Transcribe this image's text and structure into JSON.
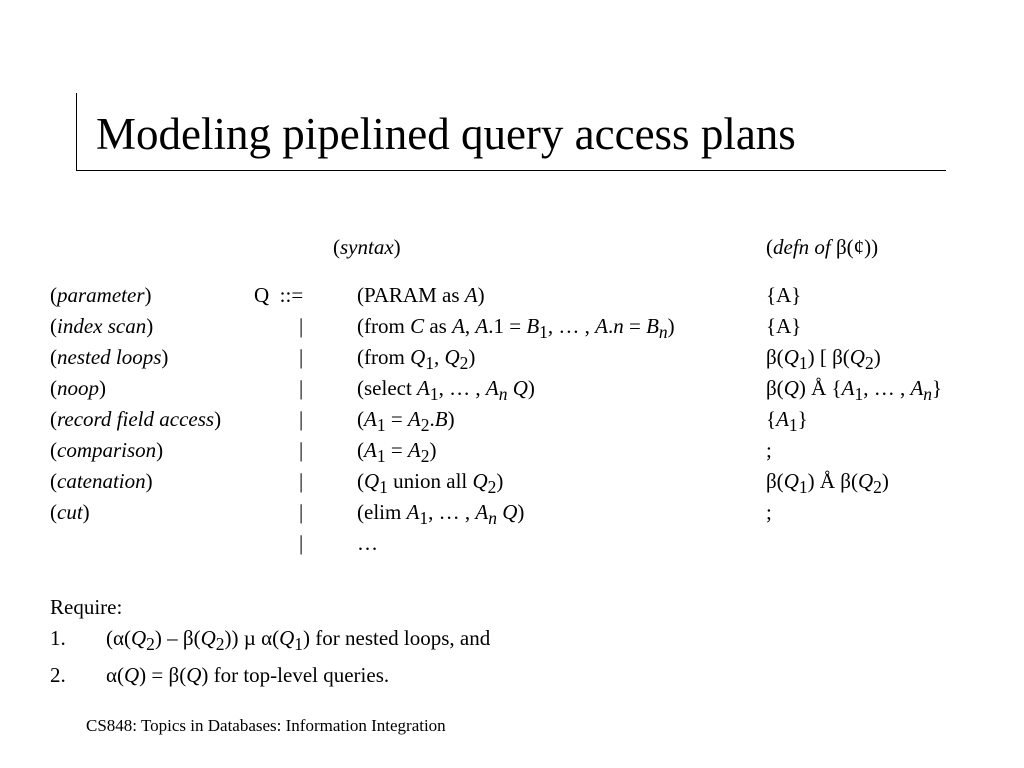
{
  "title": "Modeling pipelined query access plans",
  "headers": {
    "syntax": "(<i>syntax</i>)",
    "defn": "(<i>defn of</i> β(¢))"
  },
  "rows": [
    {
      "name": "(<i>parameter</i>)",
      "q": "Q&nbsp; ::=",
      "bar": "",
      "syntax": "(PARAM as <i>A</i>)",
      "defn": "{A}"
    },
    {
      "name": "(<i>index scan</i>)",
      "q": "",
      "bar": "|",
      "syntax": "(from <i>C</i> as <i>A</i>, <i>A</i>.1 = <i>B</i><sub>1</sub>, … , <i>A</i>.<i>n</i> = <i>B<sub>n</sub></i>)",
      "defn": "{A}"
    },
    {
      "name": "(<i>nested loops</i>)",
      "q": "",
      "bar": "|",
      "syntax": "(from <i>Q</i><sub>1</sub>, <i>Q</i><sub>2</sub>)",
      "defn": "β(<i>Q</i><sub>1</sub>) [ β(<i>Q</i><sub>2</sub>)"
    },
    {
      "name": "(<i>noop</i>)",
      "q": "",
      "bar": "|",
      "syntax": "(select <i>A</i><sub>1</sub>, … , <i>A<sub>n</sub> Q</i>)",
      "defn": "β(<i>Q</i>) Å {<i>A</i><sub>1</sub>, … , <i>A<sub>n</sub></i>}"
    },
    {
      "name": "(<i>record field access</i>)",
      "q": "",
      "bar": "|",
      "syntax": "(<i>A</i><sub>1</sub> = <i>A</i><sub>2</sub>.<i>B</i>)",
      "defn": "{<i>A</i><sub>1</sub>}"
    },
    {
      "name": "(<i>comparison</i>)",
      "q": "",
      "bar": "|",
      "syntax": "(<i>A</i><sub>1</sub> = <i>A</i><sub>2</sub>)",
      "defn": ";"
    },
    {
      "name": "(<i>catenation</i>)",
      "q": "",
      "bar": "|",
      "syntax": "(<i>Q</i><sub>1</sub> union all <i>Q</i><sub>2</sub>)",
      "defn": "β(<i>Q</i><sub>1</sub>) Å β(<i>Q</i><sub>2</sub>)"
    },
    {
      "name": "(<i>cut</i>)",
      "q": "",
      "bar": "|",
      "syntax": "(elim <i>A</i><sub>1</sub>, … , <i>A<sub>n</sub> Q</i>)",
      "defn": ";"
    },
    {
      "name": "",
      "q": "",
      "bar": "|",
      "syntax": "…",
      "defn": ""
    }
  ],
  "require": {
    "heading": "Require:",
    "items": [
      {
        "num": "1.",
        "text": "(α(<i>Q</i><sub>2</sub>) – β(<i>Q</i><sub>2</sub>)) µ α(<i>Q</i><sub>1</sub>) for nested loops, and"
      },
      {
        "num": "2.",
        "text": "α(<i>Q</i>) = β(<i>Q</i>) for top-level queries."
      }
    ]
  },
  "footer": "CS848: Topics in Databases: Information Integration"
}
